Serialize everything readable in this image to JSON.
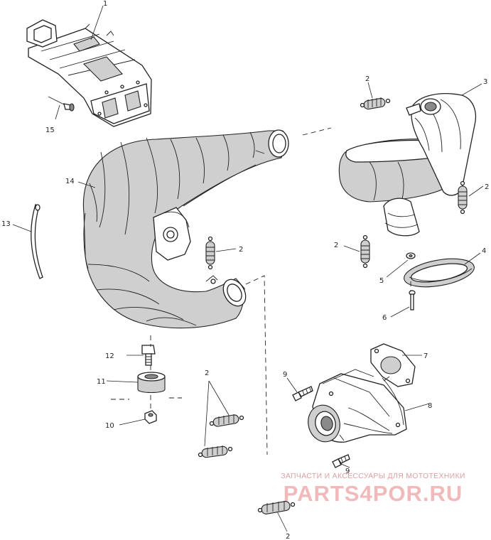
{
  "callouts": {
    "c1": "1",
    "c2a": "2",
    "c2b": "2",
    "c2c": "2",
    "c2d": "2",
    "c2e": "2",
    "c2f": "2",
    "c3": "3",
    "c4": "4",
    "c5": "5",
    "c6": "6",
    "c7": "7",
    "c8": "8",
    "c9a": "9",
    "c9b": "9",
    "c10": "10",
    "c11": "11",
    "c12": "12",
    "c13": "13",
    "c14": "14",
    "c15": "15"
  },
  "watermark": {
    "tagline": "ЗАПЧАСТИ И АКСЕССУАРЫ ДЛЯ МОТОТЕХНИКИ",
    "brand": "PARTS4POR.RU"
  }
}
